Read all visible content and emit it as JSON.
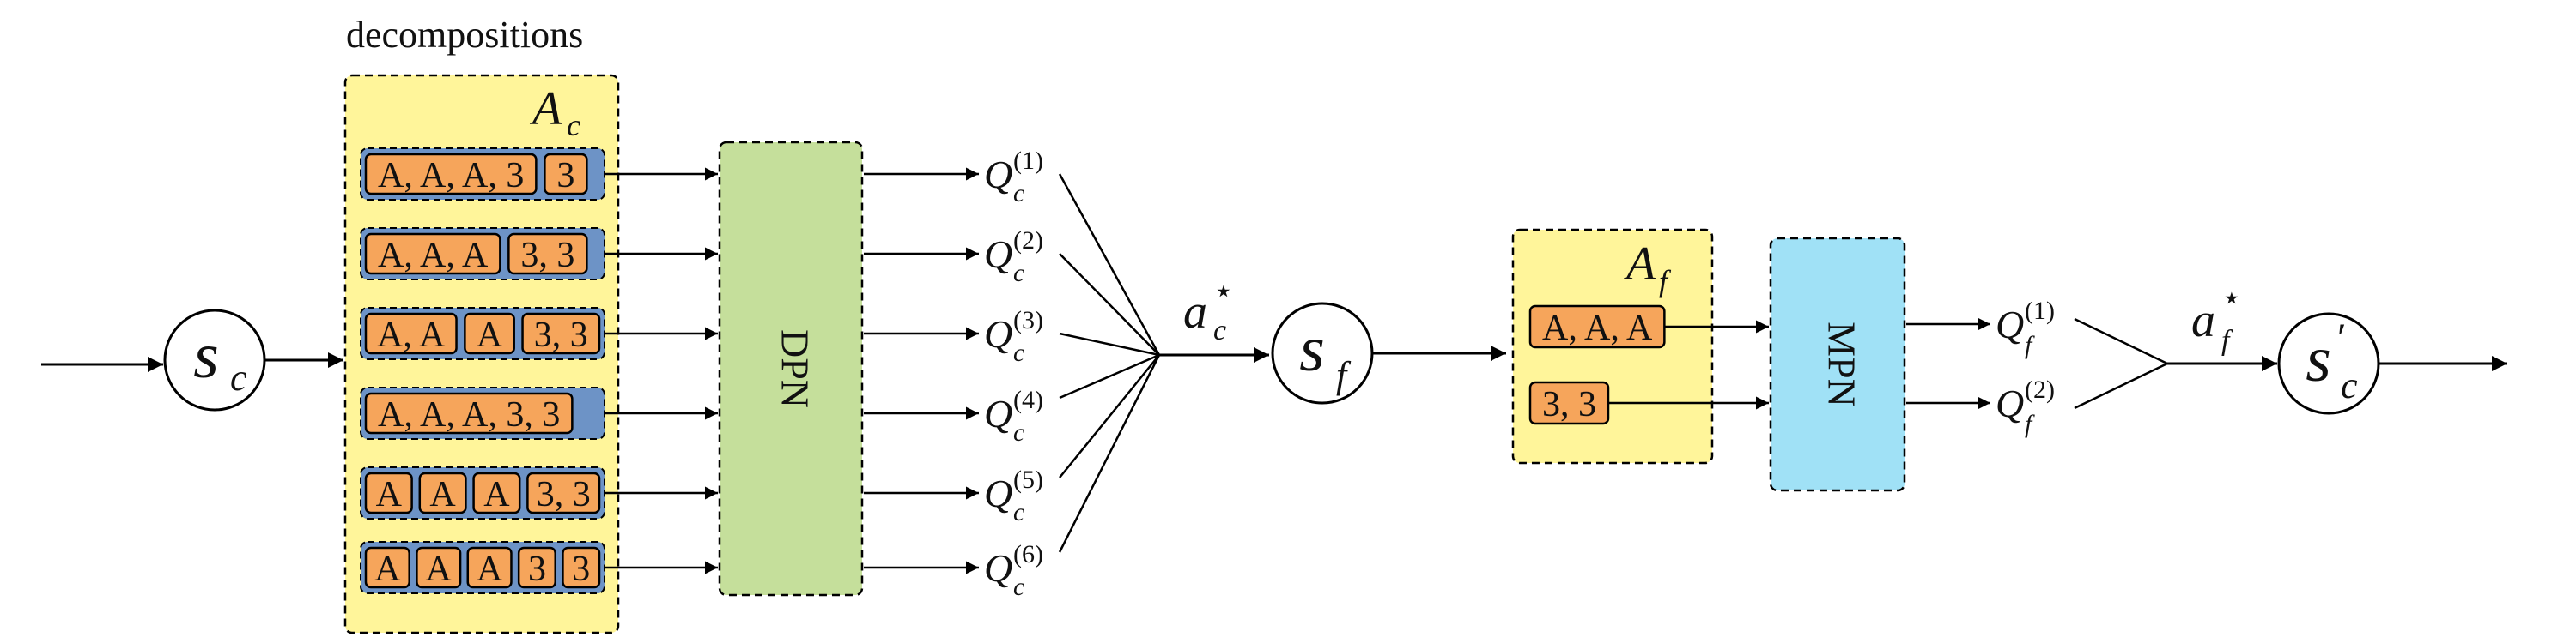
{
  "colors": {
    "yellow_box": "#FFF59A",
    "orange_chip": "#F6A55B",
    "blue_group": "#6D93C6",
    "green_net": "#C5DF9B",
    "blue_net": "#A0E1F6",
    "red_title": "#C00000"
  },
  "decomp_title": "decompositions",
  "ac_label": {
    "main": "A",
    "sub": "c"
  },
  "af_label": {
    "main": "A",
    "sub": "f"
  },
  "state_sc": {
    "main": "s",
    "sub": "c"
  },
  "state_sf": {
    "main": "s",
    "sub": "f"
  },
  "state_sc_prime": {
    "main": "s",
    "sub": "c",
    "prime": "′"
  },
  "dpn_label": "DPN",
  "mpn_label": "MPN",
  "decompositions": [
    {
      "chips": [
        "A, A, A, 3",
        "3"
      ]
    },
    {
      "chips": [
        "A, A, A",
        "3, 3"
      ]
    },
    {
      "chips": [
        "A, A",
        "A",
        "3, 3"
      ]
    },
    {
      "chips": [
        "A, A, A, 3, 3"
      ]
    },
    {
      "chips": [
        "A",
        "A",
        "A",
        "3, 3"
      ]
    },
    {
      "chips": [
        "A",
        "A",
        "A",
        "3",
        "3"
      ]
    }
  ],
  "q_coarse": [
    {
      "main": "Q",
      "sub": "c",
      "sup": "(1)"
    },
    {
      "main": "Q",
      "sub": "c",
      "sup": "(2)"
    },
    {
      "main": "Q",
      "sub": "c",
      "sup": "(3)"
    },
    {
      "main": "Q",
      "sub": "c",
      "sup": "(4)"
    },
    {
      "main": "Q",
      "sub": "c",
      "sup": "(5)"
    },
    {
      "main": "Q",
      "sub": "c",
      "sup": "(6)"
    }
  ],
  "a_c_star": {
    "main": "a",
    "sub": "c",
    "sup": "⋆"
  },
  "fine_chips": [
    "A, A, A",
    "3, 3"
  ],
  "q_fine": [
    {
      "main": "Q",
      "sub": "f",
      "sup": "(1)"
    },
    {
      "main": "Q",
      "sub": "f",
      "sup": "(2)"
    }
  ],
  "a_f_star": {
    "main": "a",
    "sub": "f",
    "sup": "⋆"
  }
}
